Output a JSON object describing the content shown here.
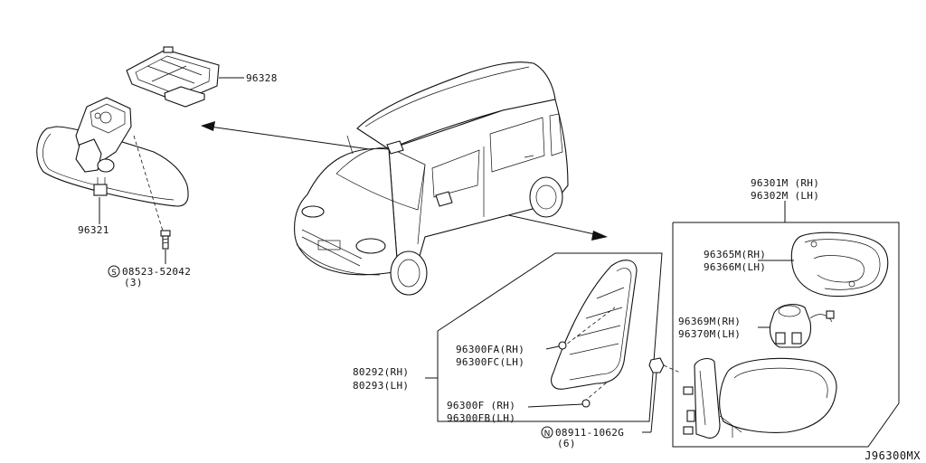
{
  "diagram_code": "J96300MX",
  "labels": {
    "bracket": "96328",
    "mirror": "96321",
    "screw": "08523-52042",
    "screw_qty": "(3)",
    "mirror_assy_1": "96301M (RH)",
    "mirror_assy_2": "96302M (LH)",
    "glass_1": "96365M(RH)",
    "glass_2": "96366M(LH)",
    "actuator_1": "96369M(RH)",
    "actuator_2": "96370M(LH)",
    "finisher_1": "80292(RH)",
    "finisher_2": "80293(LH)",
    "clip_a1": "96300FA(RH)",
    "clip_a2": "96300FC(LH)",
    "clip_b1": "96300F (RH)",
    "clip_b2": "96300FB(LH)",
    "nut": "08911-1062G",
    "nut_qty": "(6)"
  }
}
